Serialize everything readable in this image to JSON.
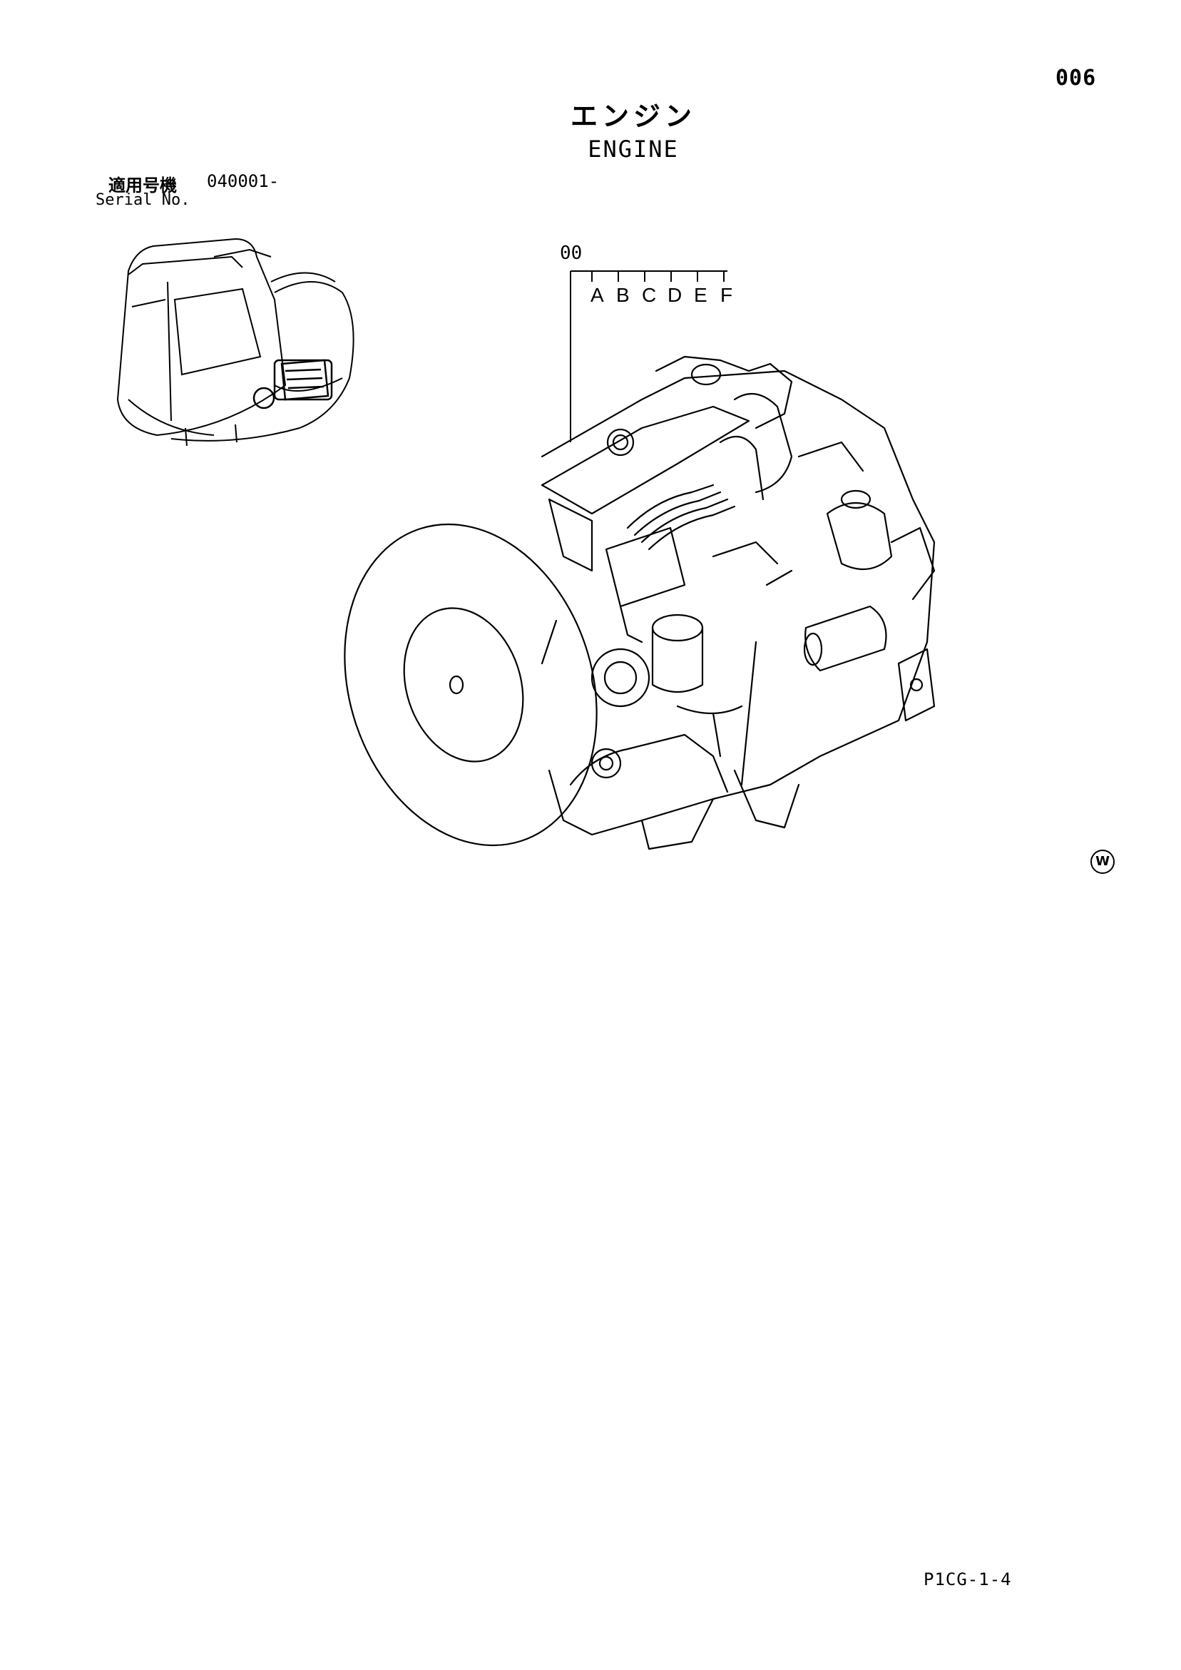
{
  "page": {
    "page_number": "006",
    "title_jp": "エンジン",
    "title_en": "ENGINE",
    "footer_code": "P1CG-1-4",
    "mark_letter": "W"
  },
  "serial": {
    "label_jp": "適用号機",
    "label_en": "Serial No.",
    "number": "040001-"
  },
  "callout": {
    "item_number": "00",
    "variants": [
      "A",
      "B",
      "C",
      "D",
      "E",
      "F"
    ]
  },
  "illustrations": {
    "machine_icon": "excavator-cab-location-icon",
    "engine": "engine-assembly-icon"
  }
}
